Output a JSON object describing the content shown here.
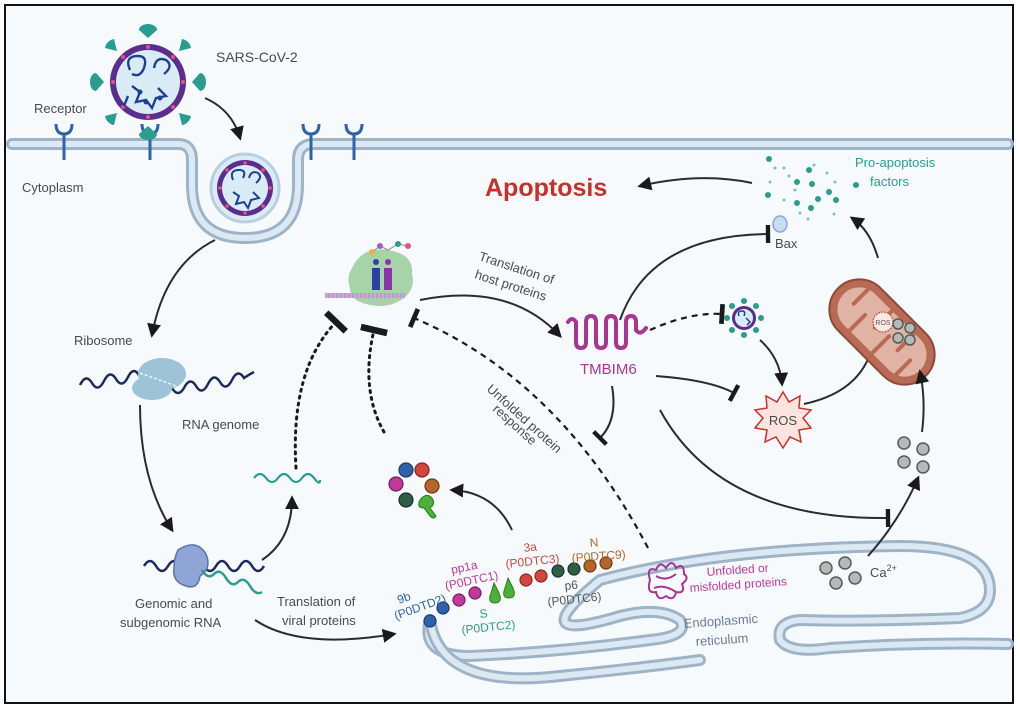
{
  "figure": {
    "title": "Apoptosis",
    "colors": {
      "title": "#c8312b",
      "pro_apoptosis": "#2a9d8f",
      "tmbim6": "#a8358f",
      "virus_spike": "#2a9d8f",
      "virus_envelope": "#5b2d8c",
      "receptor": "#2f62a8",
      "membrane": "#9fb3c6",
      "mitochondrion": "#b96a55",
      "ros_fill": "#fbe3df",
      "ros_stroke": "#c8312b"
    }
  },
  "labels": {
    "virus": "SARS-CoV-2",
    "receptor": "Receptor",
    "cytoplasm": "Cytoplasm",
    "ribosome": "Ribosome",
    "rna_genome": "RNA genome",
    "genomic_rna_line1": "Genomic and",
    "genomic_rna_line2": "subgenomic RNA",
    "translation_viral_line1": "Translation of",
    "translation_viral_line2": "viral proteins",
    "translation_host_line1": "Translation of",
    "translation_host_line2": "host proteins",
    "tmbim6": "TMBIM6",
    "upr_line1": "Unfolded protein",
    "upr_line2": "response",
    "pro_apoptosis_line1": "Pro-apoptosis",
    "pro_apoptosis_line2": "factors",
    "bax": "Bax",
    "ros": "ROS",
    "mito_ros": "ROS",
    "calcium": "Ca",
    "calcium_sup": "2+",
    "unfolded_line1": "Unfolded or",
    "unfolded_line2": "misfolded proteins",
    "er_line1": "Endoplasmic",
    "er_line2": "reticulum"
  },
  "viral_proteins": [
    {
      "name": "9b",
      "id": "(P0DTD2)",
      "color": "#2f62a8"
    },
    {
      "name": "pp1a",
      "id": "(P0DTC1)",
      "color": "#c0399b"
    },
    {
      "name": "S",
      "id": "(P0DTC2)",
      "color": "#2a9d8f"
    },
    {
      "name": "3a",
      "id": "(P0DTC3)",
      "color": "#d2473d"
    },
    {
      "name": "p6",
      "id": "(P0DTC6)",
      "color": "#555555"
    },
    {
      "name": "N",
      "id": "(P0DTC9)",
      "color": "#b5652a"
    }
  ]
}
